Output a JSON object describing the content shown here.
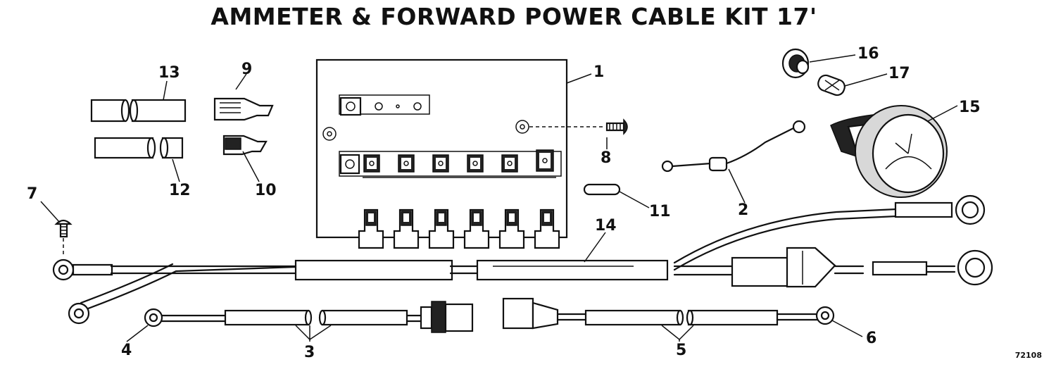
{
  "title": "AMMETER & FORWARD POWER CABLE KIT 17'",
  "figure_number": "72108",
  "callouts": {
    "c1": "1",
    "c2": "2",
    "c3": "3",
    "c4": "4",
    "c5": "5",
    "c6": "6",
    "c7": "7",
    "c8": "8",
    "c9": "9",
    "c10": "10",
    "c11": "11",
    "c12": "12",
    "c13": "13",
    "c14": "14",
    "c15": "15",
    "c16": "16",
    "c17": "17"
  }
}
